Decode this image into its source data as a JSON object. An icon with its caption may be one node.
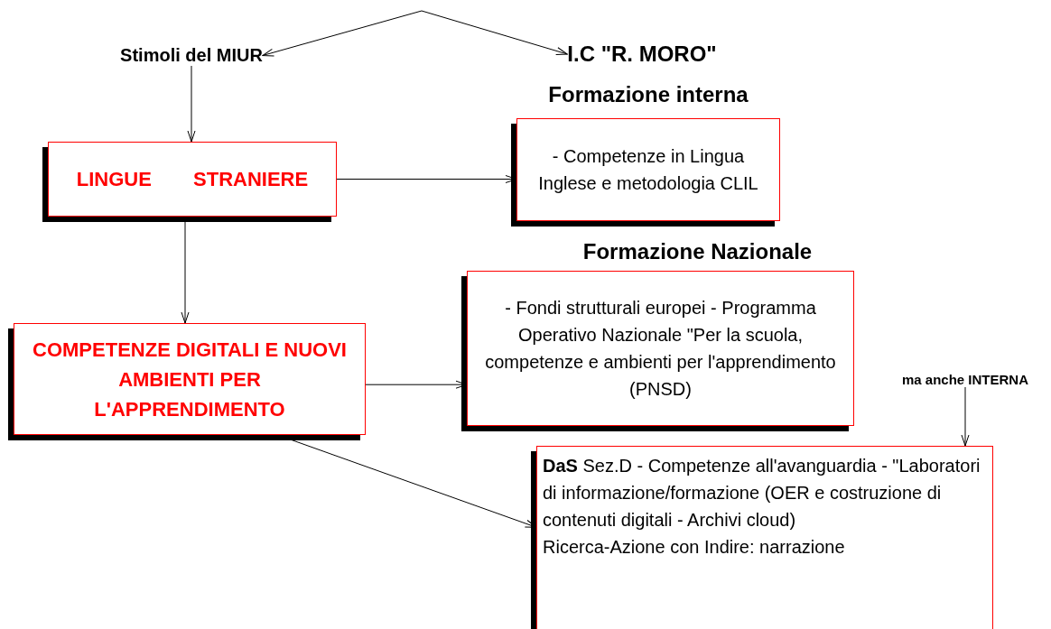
{
  "diagram": {
    "nodes": [
      {
        "text": [
          "Stimoli del MIUR"
        ]
      },
      {
        "text": [
          "I.C \"R. MORO\""
        ]
      },
      {
        "text": [
          "LINGUE STRANIERE"
        ]
      },
      {
        "text": [
          "Formazione interna",
          "- Competenze in Lingua Inglese e metodologia CLIL"
        ]
      },
      {
        "text": [
          "COMPETENZE DIGITALI E NUOVI AMBIENTI PER L'APPRENDIMENTO"
        ]
      },
      {
        "text": [
          "Formazione Nazionale",
          "- Fondi strutturali europei - Programma Operativo Nazionale \"Per la scuola, competenze e ambienti per l'apprendimento (PNSD)"
        ]
      },
      {
        "text": [
          "ma anche INTERNA"
        ]
      },
      {
        "text": [
          "**DaS** Sez.D - Competenze all'avanguardia - \"Laboratori di informazione/formazione (OER e costruzione di contenuti digitali - Archivi cloud)",
          "Ricerca-Azione con Indire: narrazione"
        ]
      }
    ],
    "edges": [
      {
        "from": null,
        "to": 0,
        "arrow": "to"
      },
      {
        "from": null,
        "to": 1,
        "arrow": "to"
      },
      {
        "from": 0,
        "to": 2,
        "arrow": "to"
      },
      {
        "from": 2,
        "to": 3,
        "arrow": "to"
      },
      {
        "from": 2,
        "to": 4,
        "arrow": "to"
      },
      {
        "from": 4,
        "to": 5,
        "arrow": "to"
      },
      {
        "from": 4,
        "to": 7,
        "arrow": "to"
      },
      {
        "from": 6,
        "to": 7,
        "arrow": "to"
      }
    ]
  }
}
